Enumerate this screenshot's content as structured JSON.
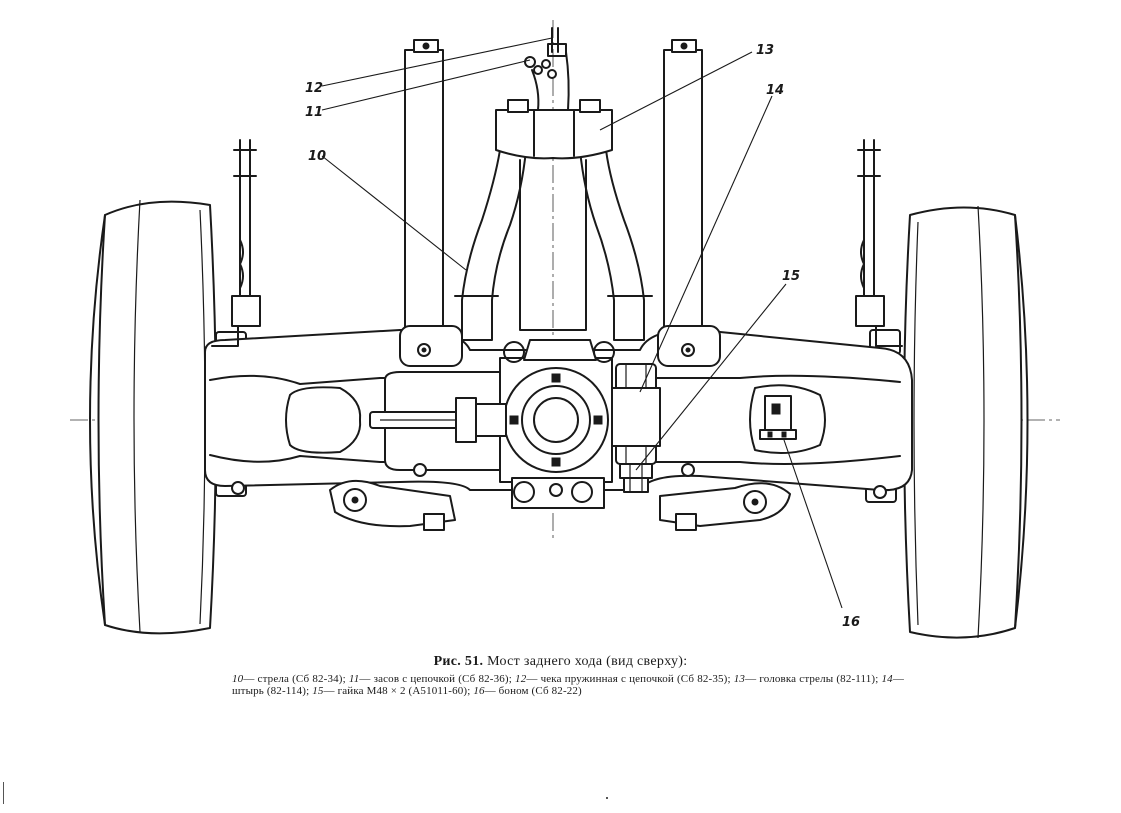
{
  "figure": {
    "caption_number": "Рис. 51.",
    "caption_title": "Мост заднего хода (вид сверху):"
  },
  "callouts": [
    "12",
    "11",
    "10",
    "13",
    "14",
    "15",
    "16"
  ],
  "legend": {
    "items": [
      {
        "num": "10",
        "text": "— стрела (Сб 82-34);"
      },
      {
        "num": "11",
        "text": "— засов с цепочкой (Сб 82-36);"
      },
      {
        "num": "12",
        "text": "— чека пружинная с цепочкой (Сб 82-35);"
      },
      {
        "num": "13",
        "text": "— головка стрелы (82-111);"
      },
      {
        "num": "14",
        "text": "— штырь (82-114);"
      },
      {
        "num": "15",
        "text": "— гайка М48 × 2 (А51011-60);"
      },
      {
        "num": "16",
        "text": "— боном (Сб 82-22)"
      }
    ]
  }
}
